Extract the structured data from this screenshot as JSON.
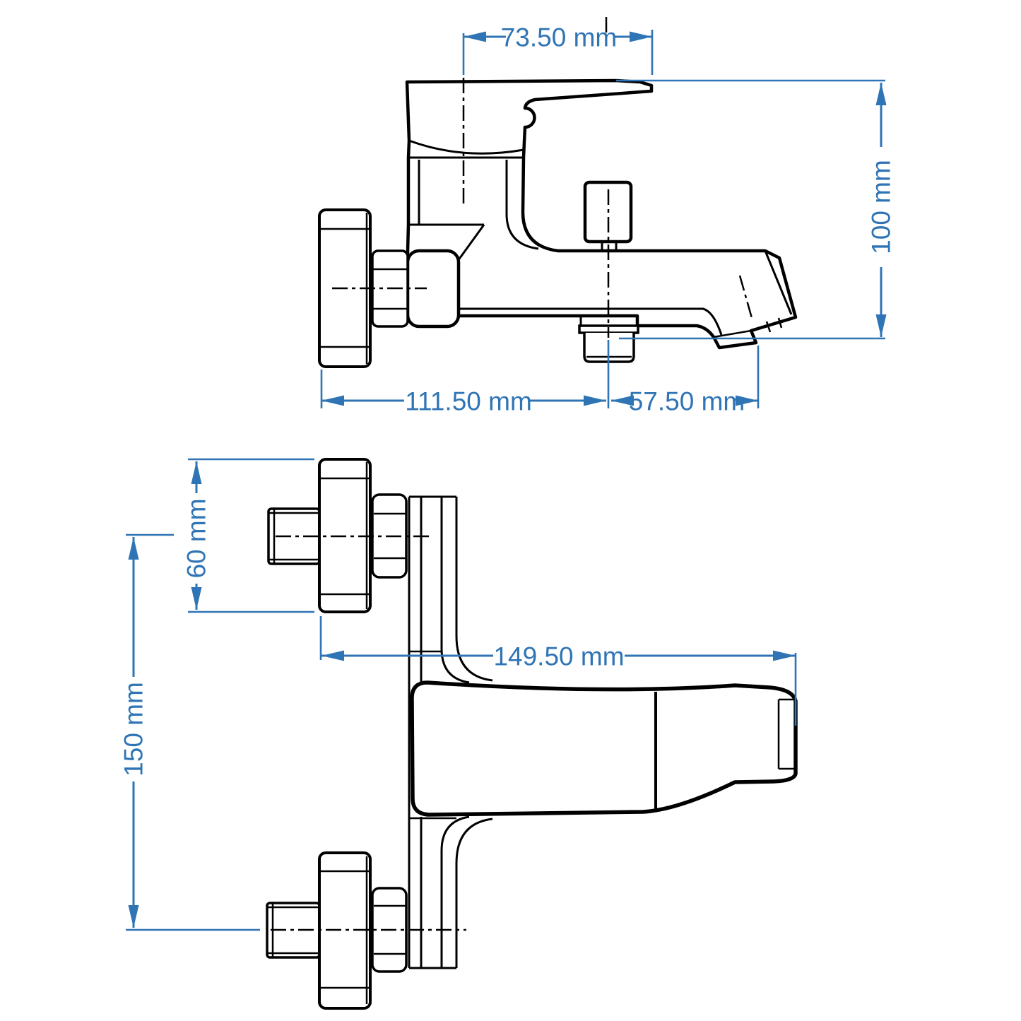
{
  "drawing": {
    "dimensions": {
      "handle_reach": "73.50 mm",
      "height": "100 mm",
      "wall_to_outlet": "111.50 mm",
      "outlet_to_spout_tip": "57.50 mm",
      "flange_height": "60 mm",
      "inlet_centers": "150 mm",
      "overall_length": "149.50 mm"
    }
  },
  "colors": {
    "dimension": "#2f74b4",
    "outline": "#000000",
    "background": "#ffffff"
  }
}
